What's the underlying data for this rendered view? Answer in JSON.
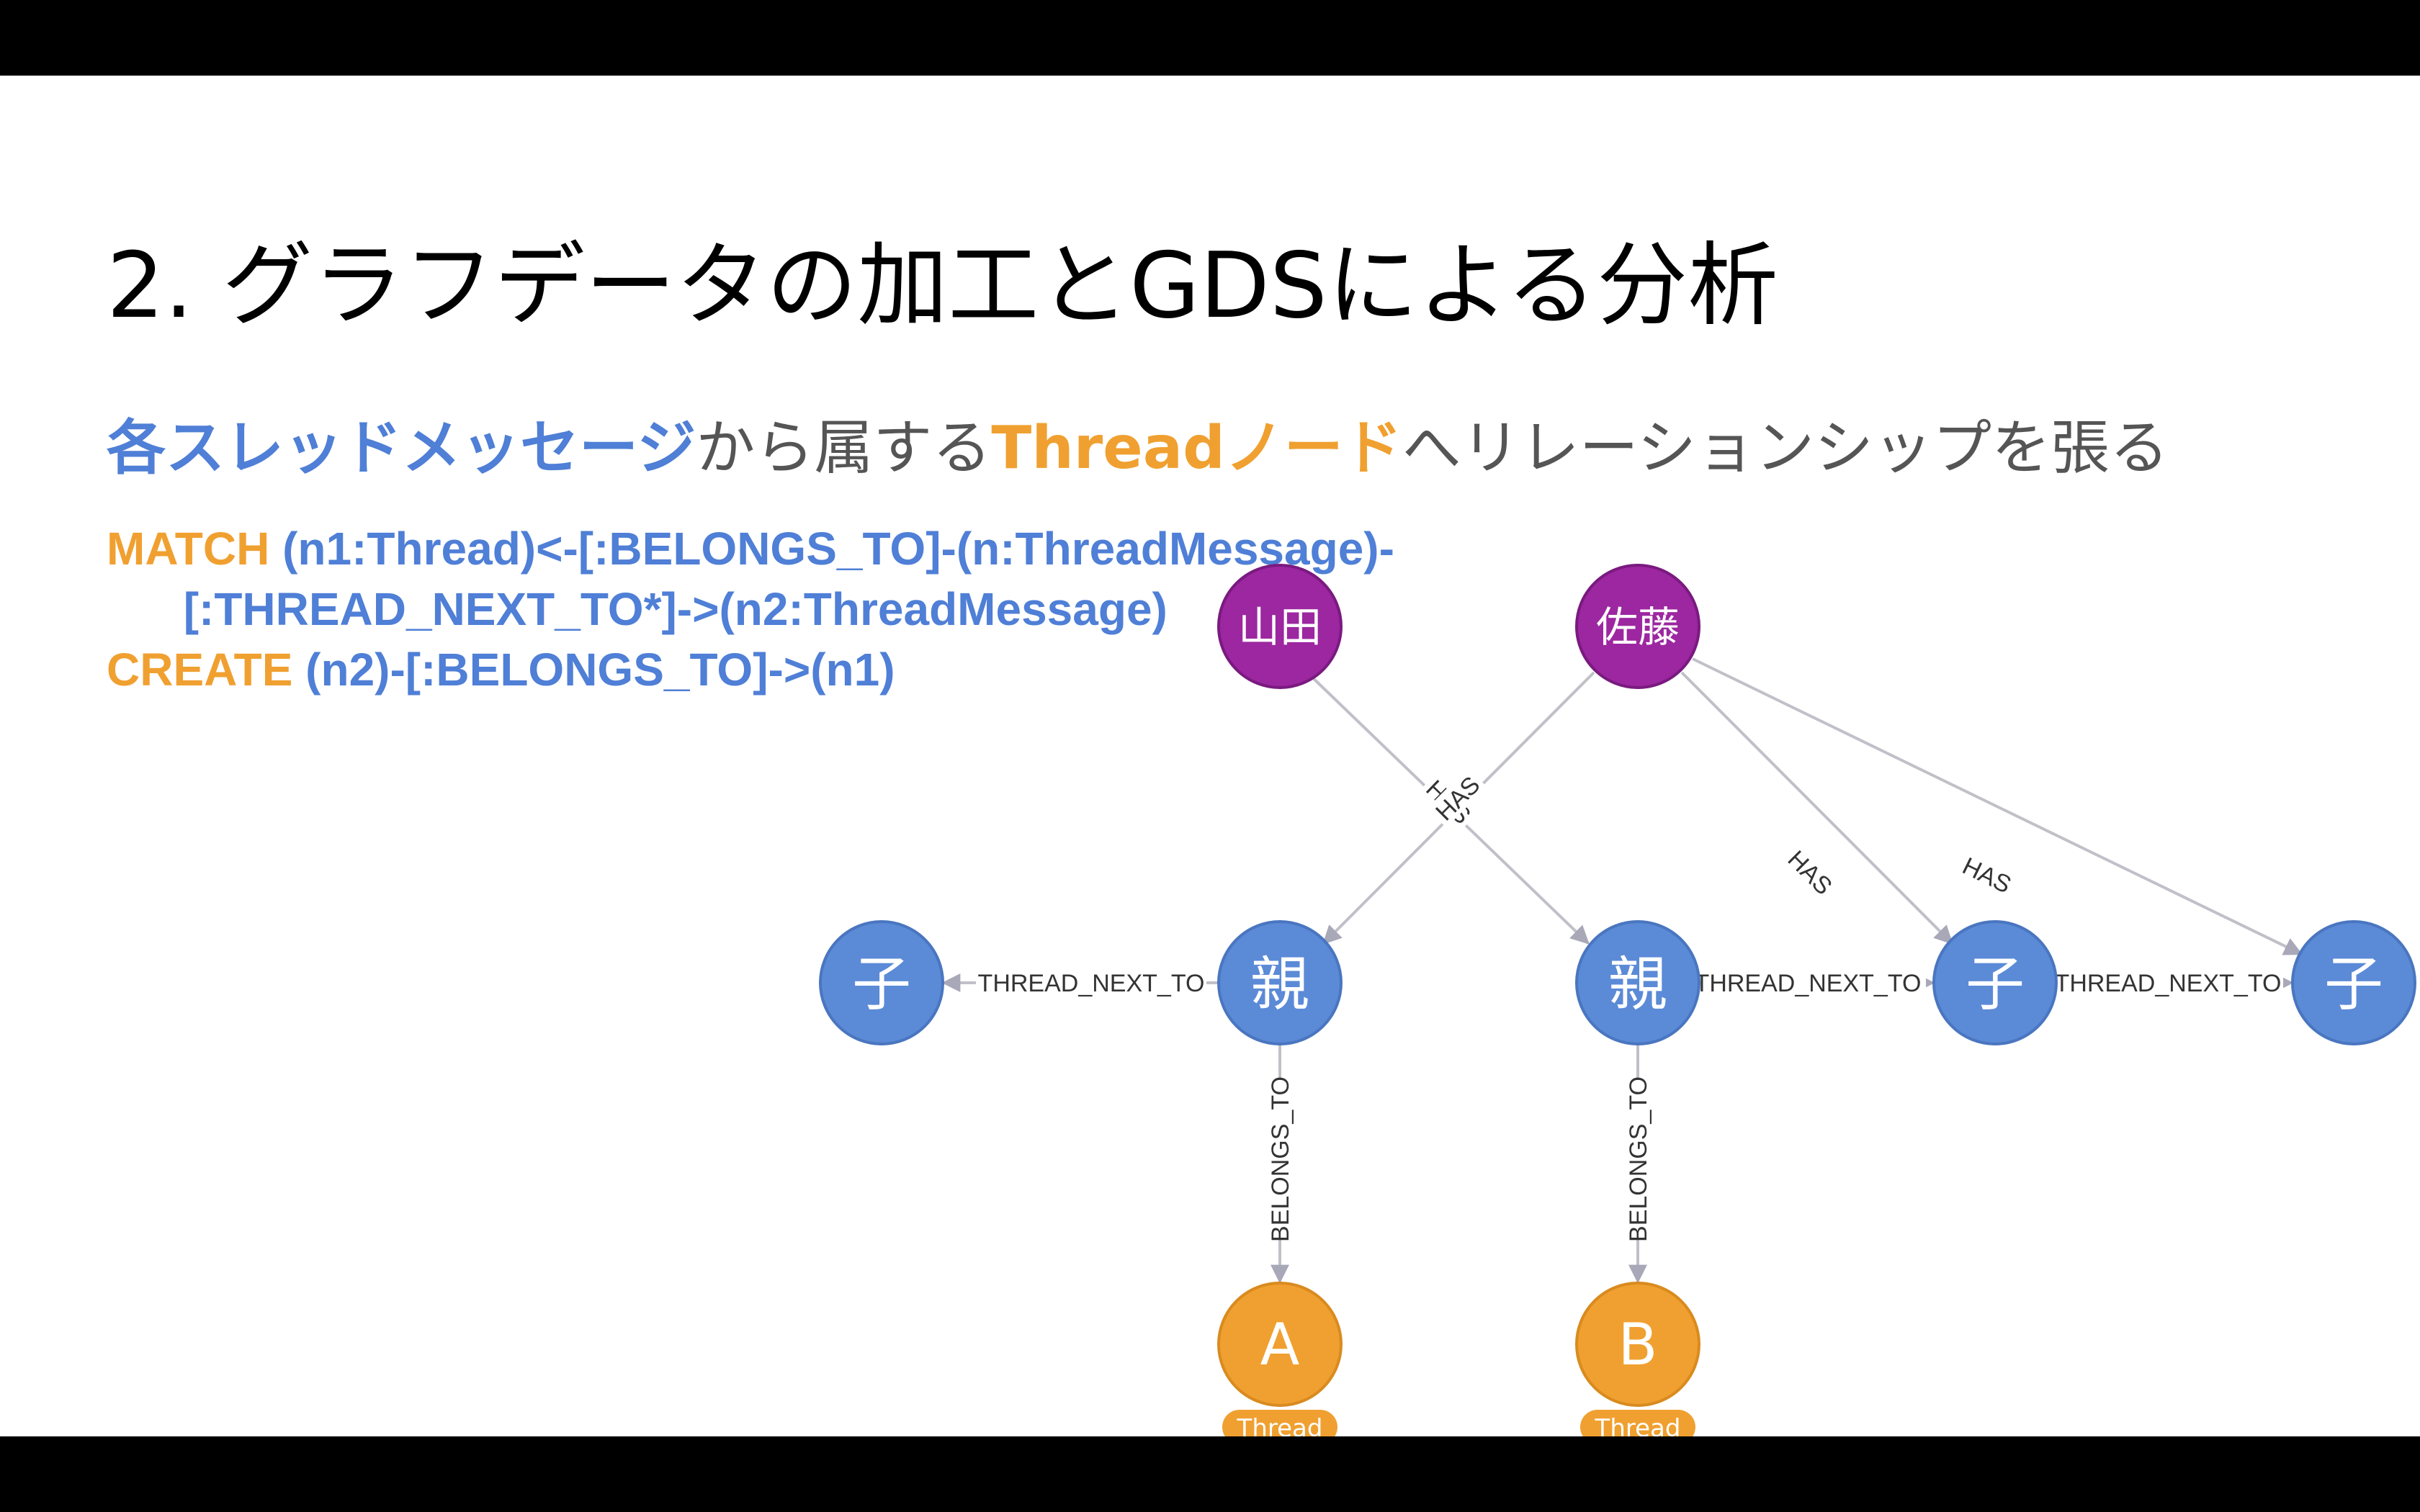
{
  "slide": {
    "title": "2. グラフデータの加工とGDSによる分析",
    "subtitle": {
      "part1": "各スレッドメッセージ",
      "part2": "から属する",
      "part3": "Threadノード",
      "part4": "へリレーションシップを張る"
    },
    "code": {
      "line1_kw": "MATCH",
      "line1_rest": " (n1:Thread)<-[:BELONGS_TO]-(n:ThreadMessage)-",
      "line2": "[:THREAD_NEXT_TO*]->(n2:ThreadMessage)",
      "line3_kw": "CREATE",
      "line3_rest": " (n2)-[:BELONGS_TO]->(n1)"
    }
  },
  "colors": {
    "user_node": "#9c27a0",
    "message_node": "#5b8ad7",
    "thread_node": "#f0a030",
    "edge": "#a8a8b8",
    "text_blue": "#4f7fd6",
    "text_orange": "#f0a030"
  },
  "graph": {
    "nodes": {
      "yamada": "山田",
      "sato": "佐藤",
      "child1": "子",
      "parent1": "親",
      "parent2": "親",
      "child2": "子",
      "child3": "子",
      "threadA": "A",
      "threadB": "B",
      "threadA_tag": "Thread",
      "threadB_tag": "Thread"
    },
    "edges": {
      "has1": "HAS",
      "has2": "HAS",
      "has3": "HAS",
      "has4": "HAS",
      "next1": "THREAD_NEXT_TO",
      "next2": "THREAD_NEXT_TO",
      "next3": "THREAD_NEXT_TO",
      "belongs1": "BELONGS_TO",
      "belongs2": "BELONGS_TO"
    }
  }
}
